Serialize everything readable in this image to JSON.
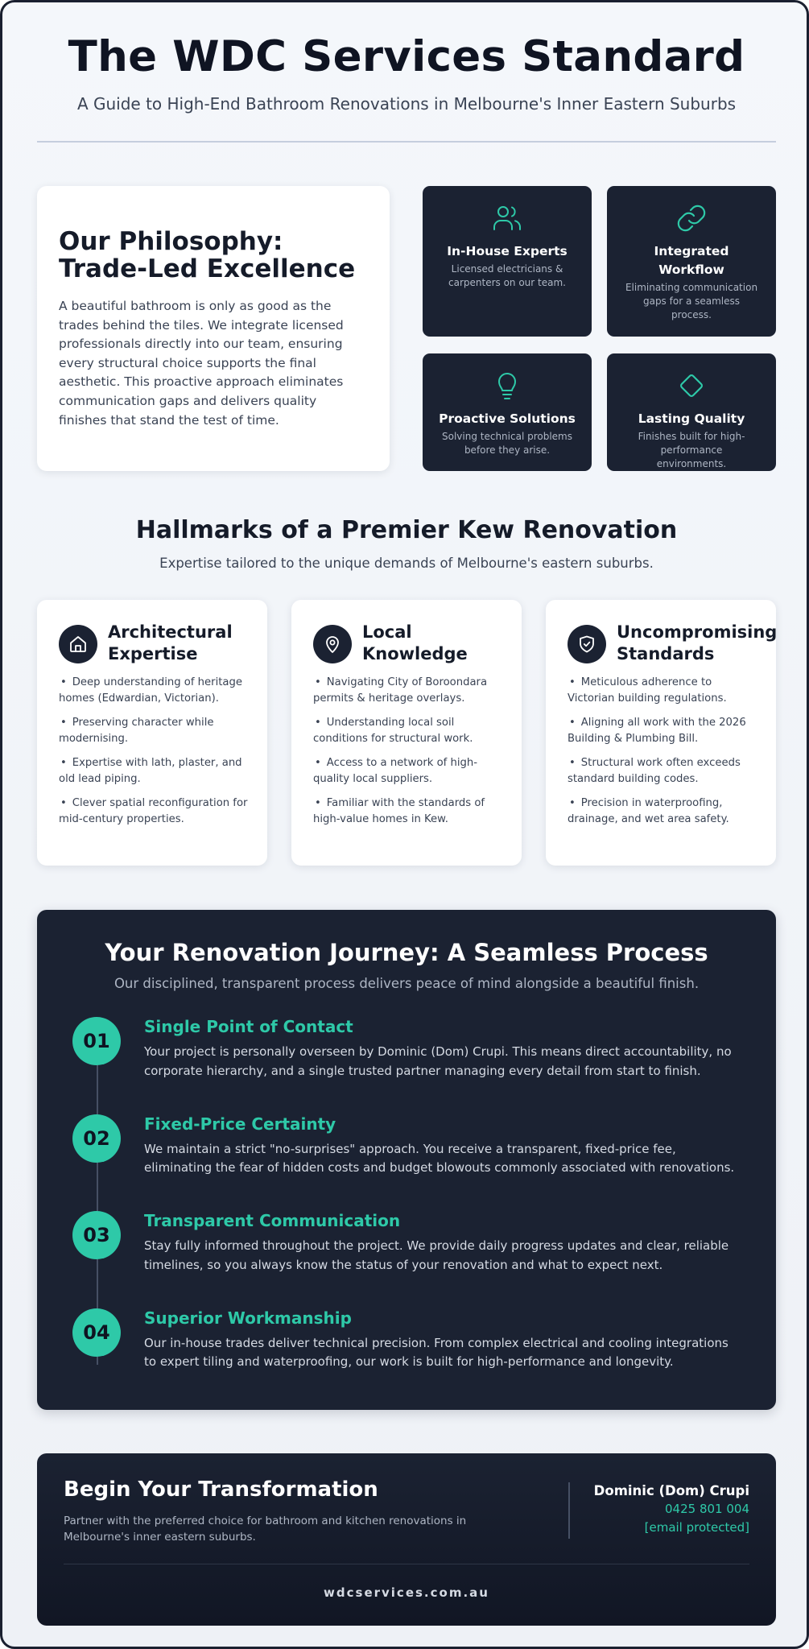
{
  "header": {
    "title": "The WDC Services Standard",
    "subtitle": "A Guide to High-End Bathroom Renovations in Melbourne's Inner Eastern Suburbs"
  },
  "philosophy": {
    "title": "Our Philosophy: Trade-Led Excellence",
    "body": "A beautiful bathroom is only as good as the trades behind the tiles. We integrate licensed professionals directly into our team, ensuring every structural choice supports the final aesthetic. This proactive approach eliminates communication gaps and delivers quality finishes that stand the test of time.",
    "tiles": [
      {
        "icon": "users-icon",
        "title": "In-House Experts",
        "desc": "Licensed electricians & carpenters on our team."
      },
      {
        "icon": "link-icon",
        "title": "Integrated Workflow",
        "desc": "Eliminating communication gaps for a seamless process."
      },
      {
        "icon": "lightbulb-icon",
        "title": "Proactive Solutions",
        "desc": "Solving technical problems before they arise."
      },
      {
        "icon": "diamond-icon",
        "title": "Lasting Quality",
        "desc": "Finishes built for high-performance environments."
      }
    ]
  },
  "hallmarks": {
    "title": "Hallmarks of a Premier Kew Renovation",
    "subtitle": "Expertise tailored to the unique demands of Melbourne's eastern suburbs.",
    "cards": [
      {
        "icon": "home-icon",
        "title": "Architectural Expertise",
        "items": [
          "Deep understanding of heritage homes (Edwardian, Victorian).",
          "Preserving character while modernising.",
          "Expertise with lath, plaster, and old lead piping.",
          "Clever spatial reconfiguration for mid-century properties."
        ]
      },
      {
        "icon": "map-pin-icon",
        "title": "Local Knowledge",
        "items": [
          "Navigating City of Boroondara permits & heritage overlays.",
          "Understanding local soil conditions for structural work.",
          "Access to a network of high-quality local suppliers.",
          "Familiar with the standards of high-value homes in Kew."
        ]
      },
      {
        "icon": "shield-check-icon",
        "title": "Uncompromising Standards",
        "items": [
          "Meticulous adherence to Victorian building regulations.",
          "Aligning all work with the 2026 Building & Plumbing Bill.",
          "Structural work often exceeds standard building codes.",
          "Precision in waterproofing, drainage, and wet area safety."
        ]
      }
    ]
  },
  "journey": {
    "title": "Your Renovation Journey: A Seamless Process",
    "subtitle": "Our disciplined, transparent process delivers peace of mind alongside a beautiful finish.",
    "steps": [
      {
        "num": "01",
        "title": "Single Point of Contact",
        "body": "Your project is personally overseen by Dominic (Dom) Crupi. This means direct accountability, no corporate hierarchy, and a single trusted partner managing every detail from start to finish."
      },
      {
        "num": "02",
        "title": "Fixed-Price Certainty",
        "body": "We maintain a strict \"no-surprises\" approach. You receive a transparent, fixed-price fee, eliminating the fear of hidden costs and budget blowouts commonly associated with renovations."
      },
      {
        "num": "03",
        "title": "Transparent Communication",
        "body": "Stay fully informed throughout the project. We provide daily progress updates and clear, reliable timelines, so you always know the status of your renovation and what to expect next."
      },
      {
        "num": "04",
        "title": "Superior Workmanship",
        "body": "Our in-house trades deliver technical precision. From complex electrical and cooling integrations to expert tiling and waterproofing, our work is built for high-performance and longevity."
      }
    ]
  },
  "footer": {
    "title": "Begin Your Transformation",
    "body": "Partner with the preferred choice for bathroom and kitchen renovations in Melbourne's inner eastern suburbs.",
    "contact_name": "Dominic (Dom) Crupi",
    "phone": "0425 801 004",
    "email": "[email protected]",
    "website": "wdcservices.com.au"
  },
  "colors": {
    "accent": "#2ec9a8",
    "dark": "#1b2232",
    "text": "#151b29"
  }
}
